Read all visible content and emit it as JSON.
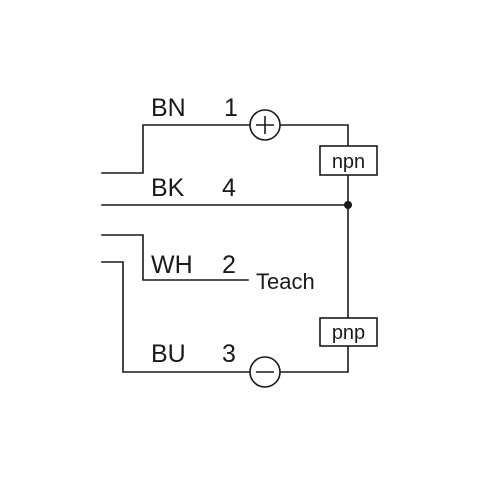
{
  "wires": [
    {
      "color_code": "BN",
      "pin": "1",
      "symbol": "+"
    },
    {
      "color_code": "BK",
      "pin": "4"
    },
    {
      "color_code": "WH",
      "pin": "2",
      "function": "Teach"
    },
    {
      "color_code": "BU",
      "pin": "3",
      "symbol": "−"
    }
  ],
  "outputs": {
    "upper": "npn",
    "lower": "pnp"
  },
  "colors": {
    "line": "#1a1a1a",
    "background": "#ffffff"
  }
}
